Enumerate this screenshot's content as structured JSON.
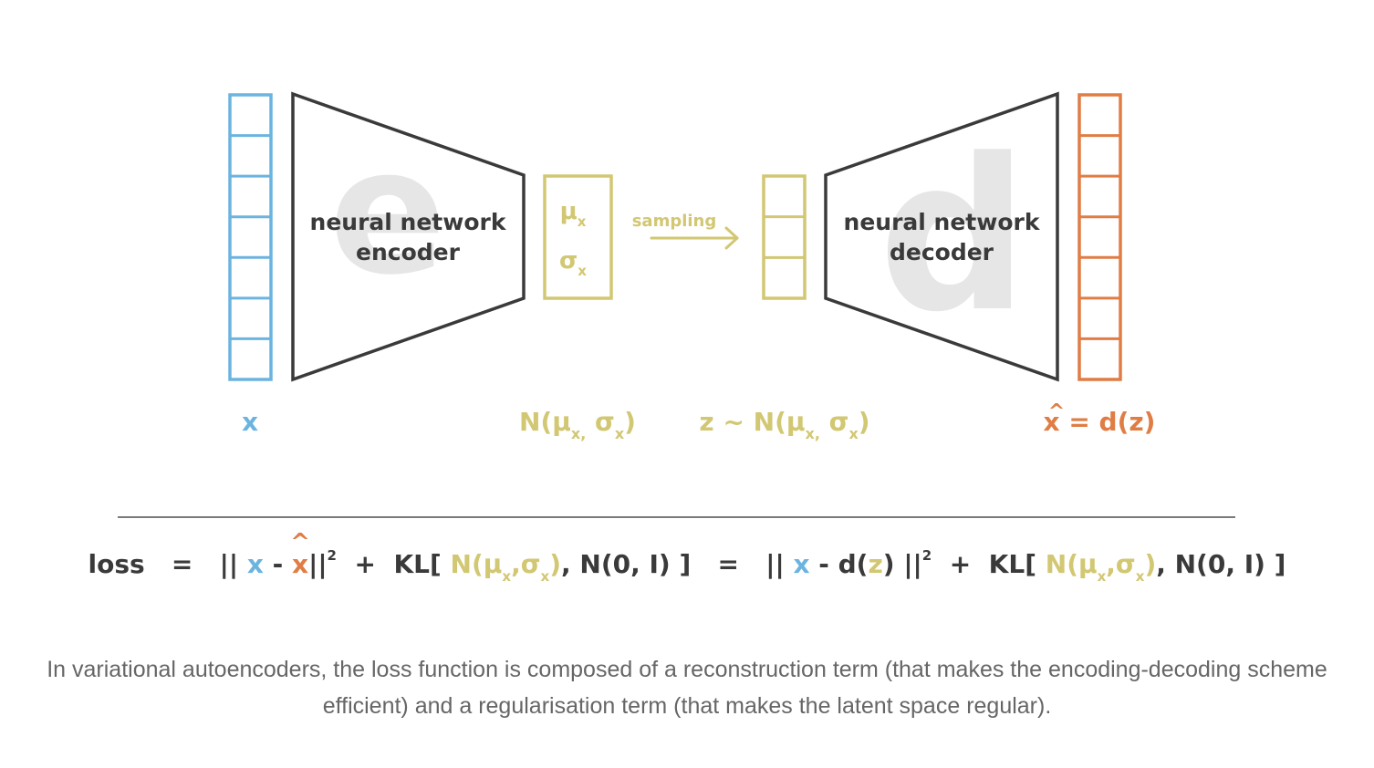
{
  "colors": {
    "input": "#6cb4e0",
    "latent": "#d2c772",
    "output": "#e07d45",
    "network_outline": "#3a3a3a",
    "watermark_letter": "#e6e6e6",
    "text_dark": "#3a3a3a",
    "caption": "#666666"
  },
  "diagram": {
    "encoder": {
      "label_line1": "neural network",
      "label_line2": "encoder",
      "watermark": "e"
    },
    "decoder": {
      "label_line1": "neural network",
      "label_line2": "decoder",
      "watermark": "d"
    },
    "latent_params": {
      "mu": "μ",
      "sigma": "σ",
      "subscript": "x"
    },
    "arrow_label": "sampling",
    "labels": {
      "input": "x",
      "distribution": {
        "prefix": "N(μ",
        "sub1": "x,",
        "mid": " σ",
        "sub2": "x",
        "suffix": ")"
      },
      "sample": {
        "prefix": "z ~ N(μ",
        "sub1": "x,",
        "mid": " σ",
        "sub2": "x",
        "suffix": ")"
      },
      "output": {
        "hat_var": "x",
        "rest": " = d(z)"
      }
    },
    "input_cells": 7,
    "latent_cells": 3,
    "output_cells": 7
  },
  "formula": {
    "loss": "loss",
    "eq": "=",
    "norm_open": "||",
    "x": "x",
    "minus": "-",
    "xhat": "x",
    "norm_close": "||",
    "sq": "2",
    "plus": "+",
    "kl_open": "KL[",
    "n_open": "N(μ",
    "sub_x": "x",
    "comma_sigma": ",σ",
    "n_close": ")",
    "prior": ", N(0, I) ]",
    "d_open": "d(",
    "z": "z",
    "d_close": ")"
  },
  "caption": "In variational autoencoders, the loss function is composed of a reconstruction term (that makes the encoding-decoding scheme efficient) and a regularisation term (that makes the latent space regular)."
}
